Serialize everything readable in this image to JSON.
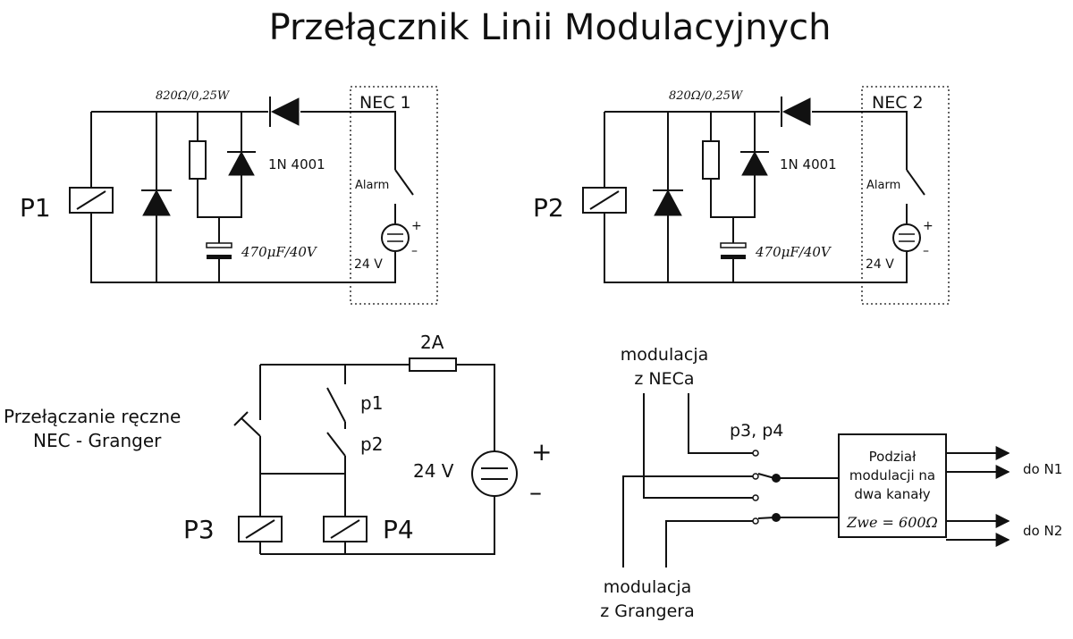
{
  "title": "Przełącznik Linii Modulacyjnych",
  "circuit1": {
    "relay": "P1",
    "resistor": "820Ω/0,25W",
    "diode": "1N 4001",
    "capacitor": "470μF/40V",
    "nec": "NEC 1",
    "alarm": "Alarm",
    "voltage": "24 V",
    "plus": "+",
    "minus": "–"
  },
  "circuit2": {
    "relay": "P2",
    "resistor": "820Ω/0,25W",
    "diode": "1N 4001",
    "capacitor": "470μF/40V",
    "nec": "NEC 2",
    "alarm": "Alarm",
    "voltage": "24 V",
    "plus": "+",
    "minus": "–"
  },
  "power": {
    "fuse": "2A",
    "switch_p1": "p1",
    "switch_p2": "p2",
    "voltage": "24 V",
    "plus": "+",
    "minus": "–",
    "manual_line1": "Przełączanie ręczne",
    "manual_line2": "NEC - Granger",
    "relay_p3": "P3",
    "relay_p4": "P4"
  },
  "modulation": {
    "from_nec_line1": "modulacja",
    "from_nec_line2": "z NECa",
    "switch_label": "p3, p4",
    "box_line1": "Podział",
    "box_line2": "modulacji na",
    "box_line3": "dwa kanały",
    "impedance": "Zwe = 600Ω",
    "out1": "do N1",
    "out2": "do N2",
    "from_granger_line1": "modulacja",
    "from_granger_line2": "z Grangera"
  }
}
